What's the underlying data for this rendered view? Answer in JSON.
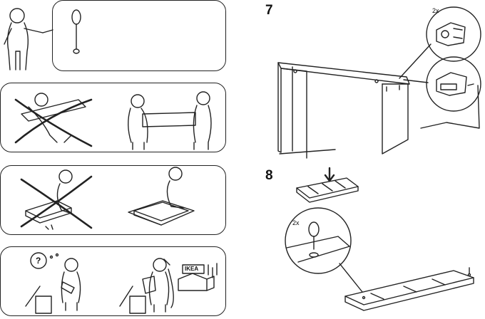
{
  "steps": {
    "step7": {
      "number": "7",
      "qty": "2x"
    },
    "step8": {
      "number": "8",
      "qty": "2x"
    }
  },
  "panels": {
    "tools": {
      "icon": "screwdriver-icon"
    },
    "two_person": {
      "icon": "two-person-carry-icon"
    },
    "soft_surface": {
      "icon": "soft-surface-icon"
    },
    "help": {
      "question_mark": "?",
      "store_sign": "IKEA"
    }
  }
}
